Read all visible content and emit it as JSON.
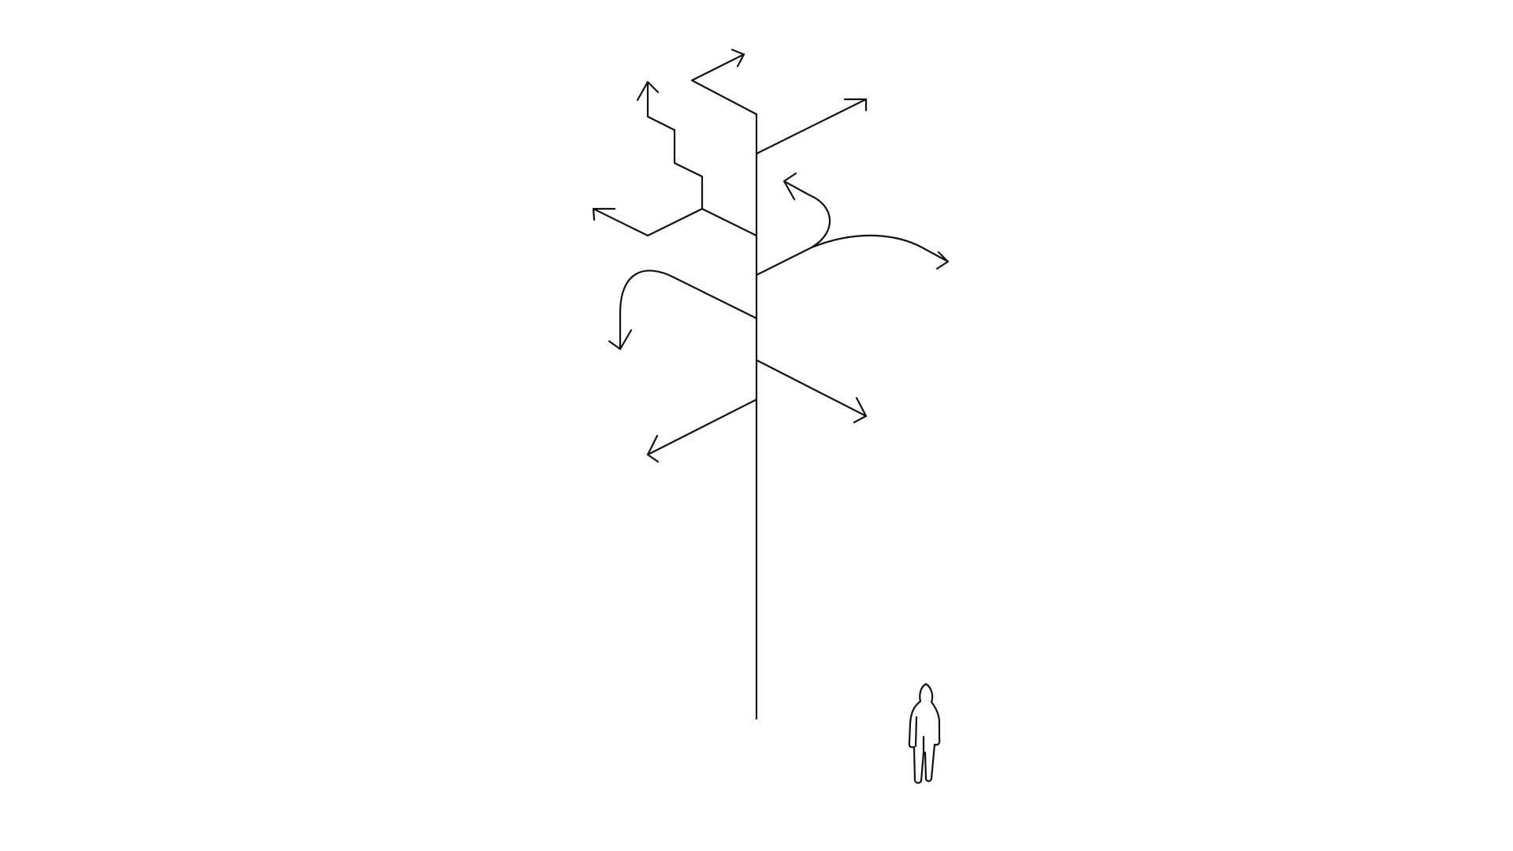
{
  "illustration": {
    "subject": "signpost-tree",
    "line_color": "#111111",
    "background_color": "#ffffff",
    "elements": {
      "trunk": "vertical-pole",
      "arrows": [
        "zigzag-top-arrow",
        "upper-right-arrow",
        "staircase-up-arrow",
        "left-branch-arrow",
        "looping-curve-arrow",
        "hook-down-arrow",
        "lower-right-arrow",
        "lower-left-arrow"
      ],
      "figure": "person-silhouette"
    }
  }
}
